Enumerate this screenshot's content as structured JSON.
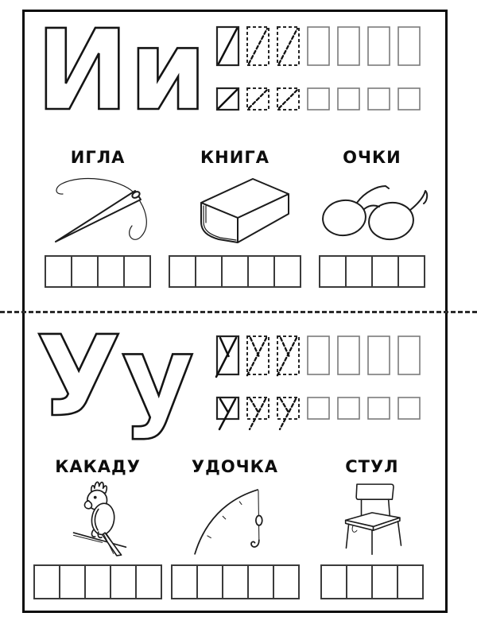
{
  "worksheet": {
    "kind": "russian-alphabet-writing-worksheet",
    "colors": {
      "ink": "#1c1c1c",
      "background": "#ffffff",
      "empty_cell": "#7b7b7b"
    },
    "practice": {
      "rows_per_letter": 2,
      "cells_per_row": 7,
      "solid_model_cells": 1,
      "dashed_trace_cells": 2,
      "empty_cells": 4
    },
    "sections": [
      {
        "letters": "Ии",
        "words": [
          {
            "label": "ИГЛА",
            "image": "needle",
            "letter_boxes": 4
          },
          {
            "label": "КНИГА",
            "image": "book",
            "letter_boxes": 5
          },
          {
            "label": "ОЧКИ",
            "image": "glasses",
            "letter_boxes": 4
          }
        ]
      },
      {
        "letters": "Уу",
        "words": [
          {
            "label": "КАКАДУ",
            "image": "cockatoo",
            "letter_boxes": 5
          },
          {
            "label": "УДОЧКА",
            "image": "fishing-rod",
            "letter_boxes": 5
          },
          {
            "label": "СТУЛ",
            "image": "chair",
            "letter_boxes": 4
          }
        ]
      }
    ]
  }
}
